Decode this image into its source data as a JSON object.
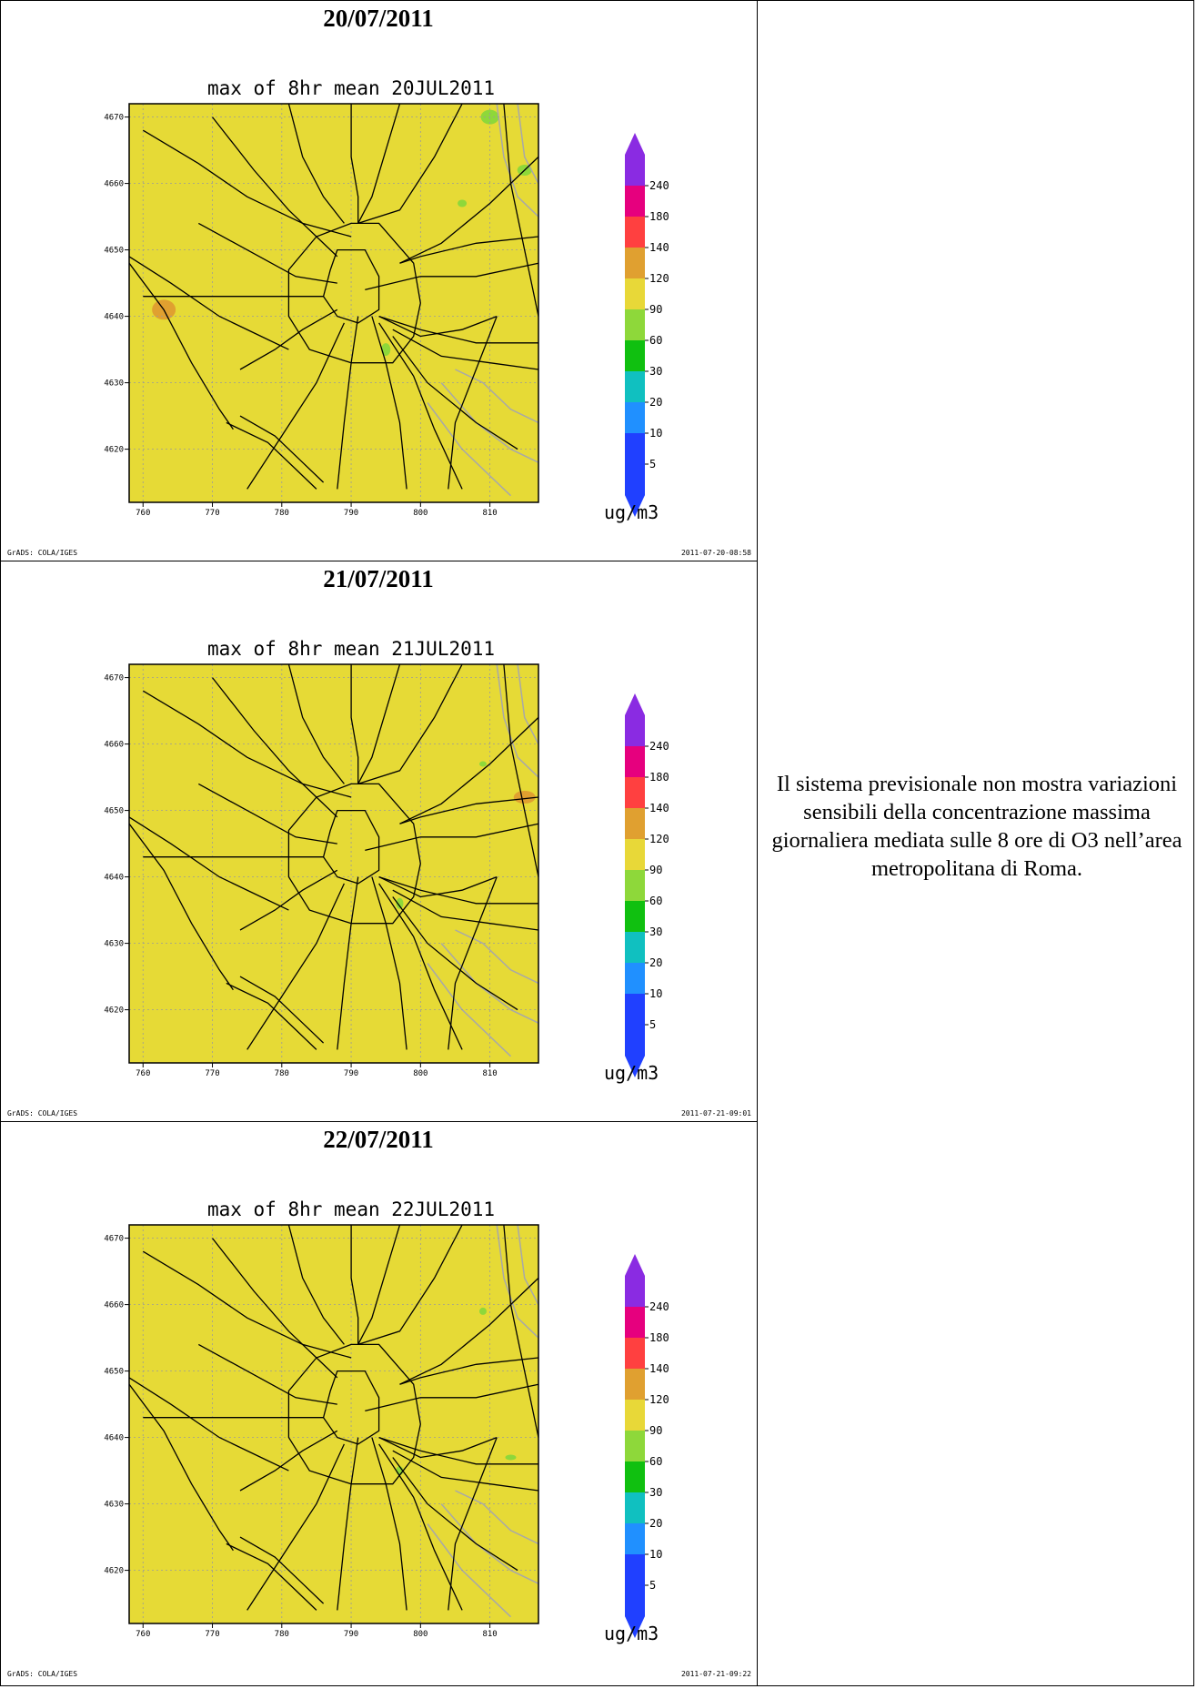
{
  "panels": [
    {
      "date": "20/07/2011",
      "title": "max of 8hr mean 20JUL2011",
      "footer_left": "GrADS: COLA/IGES",
      "footer_right": "2011-07-20-08:58",
      "variant": 0
    },
    {
      "date": "21/07/2011",
      "title": "max of 8hr mean 21JUL2011",
      "footer_left": "GrADS: COLA/IGES",
      "footer_right": "2011-07-21-09:01",
      "variant": 1
    },
    {
      "date": "22/07/2011",
      "title": "max of 8hr mean 22JUL2011",
      "footer_left": "GrADS: COLA/IGES",
      "footer_right": "2011-07-21-09:22",
      "variant": 2
    }
  ],
  "axes": {
    "x_ticks": [
      "760",
      "770",
      "780",
      "790",
      "800",
      "810"
    ],
    "y_ticks": [
      "4670",
      "4660",
      "4650",
      "4640",
      "4630",
      "4620"
    ]
  },
  "colorbar": {
    "unit": "ug/m3",
    "levels": [
      "240",
      "180",
      "140",
      "120",
      "90",
      "60",
      "30",
      "20",
      "10",
      "5"
    ],
    "colors": [
      "#8a2be2",
      "#e6007e",
      "#ff4040",
      "#e0a030",
      "#e8d838",
      "#8ed83a",
      "#10c010",
      "#10c0c0",
      "#2090ff",
      "#2040ff",
      "#2040ff"
    ]
  },
  "colors": {
    "background_field": "#e6da36",
    "roads": "#000000",
    "contours": "#a8a8a8"
  },
  "comment": "Il sistema previsionale non mostra variazioni sensibili della concentrazione massima giornaliera mediata sulle 8 ore di O3 nell’area metropolitana di Roma."
}
